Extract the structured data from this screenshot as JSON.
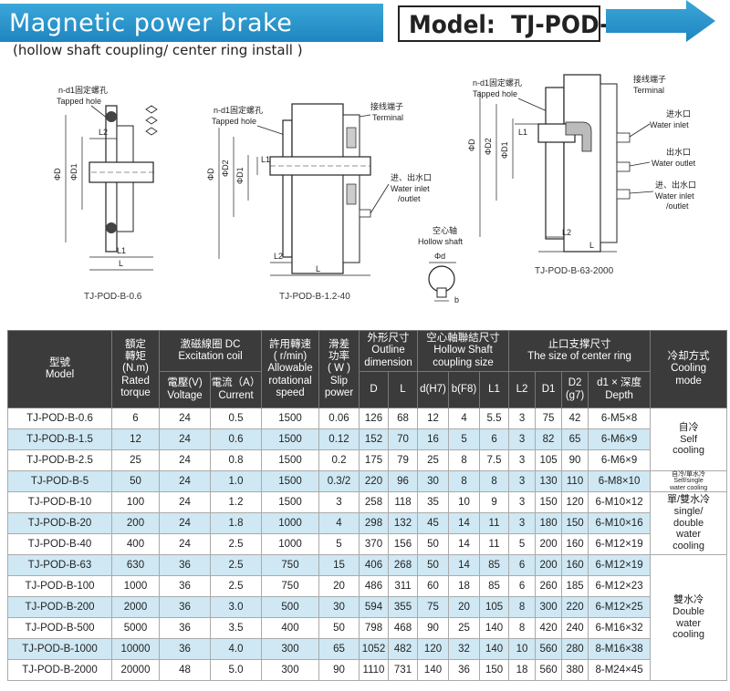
{
  "header": {
    "title": "Magnetic power brake",
    "subtitle": "(hollow shaft coupling/ center ring install )",
    "model_label": "Model:",
    "model_value": "TJ-POD-B"
  },
  "diagrams": {
    "d1": {
      "caption": "TJ-POD-B-0.6",
      "tapped_cn": "n-d1固定螺孔",
      "tapped_en": "Tapped hole",
      "L2": "L2",
      "L1": "L1",
      "L": "L",
      "D": "ΦD",
      "D1": "ΦD1"
    },
    "d2": {
      "caption": "TJ-POD-B-1.2-40",
      "tapped_cn": "n-d1固定螺孔",
      "tapped_en": "Tapped hole",
      "term_cn": "接线端子",
      "term_en": "Terminal",
      "water_cn": "进、出水口",
      "water_en1": "Water inlet",
      "water_en2": "/outlet",
      "L1": "L1",
      "L2": "L2",
      "L": "L",
      "D": "ΦD",
      "D2": "ΦD2",
      "D1": "ΦD1"
    },
    "d3": {
      "caption": "TJ-POD-B-63-2000",
      "tapped_cn": "n-d1固定螺孔",
      "tapped_en": "Tapped hole",
      "term_cn": "接线端子",
      "term_en": "Terminal",
      "in_cn": "进水口",
      "in_en": "Water inlet",
      "out_cn": "出水口",
      "out_en": "Water outlet",
      "io_cn": "进、出水口",
      "io_en1": "Water inlet",
      "io_en2": "/outlet",
      "L1": "L1",
      "L2": "L2",
      "L": "L",
      "D": "ΦD",
      "D2": "ΦD2",
      "D1": "ΦD1"
    },
    "shaft": {
      "cn": "空心轴",
      "en": "Hollow shaft",
      "d": "Φd",
      "b": "b"
    }
  },
  "table": {
    "headers": {
      "model": [
        "型號",
        "Model"
      ],
      "torque": [
        "額定",
        "轉矩",
        "(N.m)",
        "Rated",
        "torque"
      ],
      "coil": [
        "激磁線圈 DC",
        "Excitation coil"
      ],
      "voltage": [
        "電壓(V)",
        "Voltage"
      ],
      "current": [
        "電流（A）",
        "Current"
      ],
      "speed": [
        "許用轉速",
        "( r/min)",
        "Allowable",
        "rotational",
        "speed"
      ],
      "slip": [
        "滑差",
        "功率",
        "( W )",
        "Slip",
        "power"
      ],
      "outline": [
        "外形尺寸",
        "Outline",
        "dimension"
      ],
      "shaft": [
        "空心軸聯結尺寸",
        "Hollow Shaft",
        "coupling size"
      ],
      "ring": [
        "止口支撑尺寸",
        "The size of center ring"
      ],
      "cooling": [
        "冷却方式",
        "Cooling",
        "mode"
      ],
      "D": "D",
      "L": "L",
      "dH7": "d(H7)",
      "bF8": "b(F8)",
      "L1": "L1",
      "L2": "L2",
      "D1": "D1",
      "D2": [
        "D2",
        "(g7)"
      ],
      "depth": [
        "d1 × 深度",
        "Depth"
      ]
    },
    "rows": [
      [
        "TJ-POD-B-0.6",
        "6",
        "24",
        "0.5",
        "1500",
        "0.06",
        "126",
        "68",
        "12",
        "4",
        "5.5",
        "3",
        "75",
        "42",
        "6-M5×8"
      ],
      [
        "TJ-POD-B-1.5",
        "12",
        "24",
        "0.6",
        "1500",
        "0.12",
        "152",
        "70",
        "16",
        "5",
        "6",
        "3",
        "82",
        "65",
        "6-M6×9"
      ],
      [
        "TJ-POD-B-2.5",
        "25",
        "24",
        "0.8",
        "1500",
        "0.2",
        "175",
        "79",
        "25",
        "8",
        "7.5",
        "3",
        "105",
        "90",
        "6-M6×9"
      ],
      [
        "TJ-POD-B-5",
        "50",
        "24",
        "1.0",
        "1500",
        "0.3/2",
        "220",
        "96",
        "30",
        "8",
        "8",
        "3",
        "130",
        "110",
        "6-M8×10"
      ],
      [
        "TJ-POD-B-10",
        "100",
        "24",
        "1.2",
        "1500",
        "3",
        "258",
        "118",
        "35",
        "10",
        "9",
        "3",
        "150",
        "120",
        "6-M10×12"
      ],
      [
        "TJ-POD-B-20",
        "200",
        "24",
        "1.8",
        "1000",
        "4",
        "298",
        "132",
        "45",
        "14",
        "11",
        "3",
        "180",
        "150",
        "6-M10×16"
      ],
      [
        "TJ-POD-B-40",
        "400",
        "24",
        "2.5",
        "1000",
        "5",
        "370",
        "156",
        "50",
        "14",
        "11",
        "5",
        "200",
        "160",
        "6-M12×19"
      ],
      [
        "TJ-POD-B-63",
        "630",
        "36",
        "2.5",
        "750",
        "15",
        "406",
        "268",
        "50",
        "14",
        "85",
        "6",
        "200",
        "160",
        "6-M12×19"
      ],
      [
        "TJ-POD-B-100",
        "1000",
        "36",
        "2.5",
        "750",
        "20",
        "486",
        "311",
        "60",
        "18",
        "85",
        "6",
        "260",
        "185",
        "6-M12×23"
      ],
      [
        "TJ-POD-B-200",
        "2000",
        "36",
        "3.0",
        "500",
        "30",
        "594",
        "355",
        "75",
        "20",
        "105",
        "8",
        "300",
        "220",
        "6-M12×25"
      ],
      [
        "TJ-POD-B-500",
        "5000",
        "36",
        "3.5",
        "400",
        "50",
        "798",
        "468",
        "90",
        "25",
        "140",
        "8",
        "420",
        "240",
        "6-M16×32"
      ],
      [
        "TJ-POD-B-1000",
        "10000",
        "36",
        "4.0",
        "300",
        "65",
        "1052",
        "482",
        "120",
        "32",
        "140",
        "10",
        "560",
        "280",
        "8-M16×38"
      ],
      [
        "TJ-POD-B-2000",
        "20000",
        "48",
        "5.0",
        "300",
        "90",
        "1110",
        "731",
        "140",
        "36",
        "150",
        "18",
        "560",
        "380",
        "8-M24×45"
      ]
    ],
    "cooling": {
      "self": [
        "自冷",
        "Self",
        "cooling"
      ],
      "self_single": [
        "自冷/單水冷",
        "Self/single",
        "water cooling"
      ],
      "single_double": [
        "單/雙水冷",
        "single/",
        "double",
        "water",
        "cooling"
      ],
      "double": [
        "雙水冷",
        "Double",
        "water",
        "cooling"
      ]
    }
  }
}
